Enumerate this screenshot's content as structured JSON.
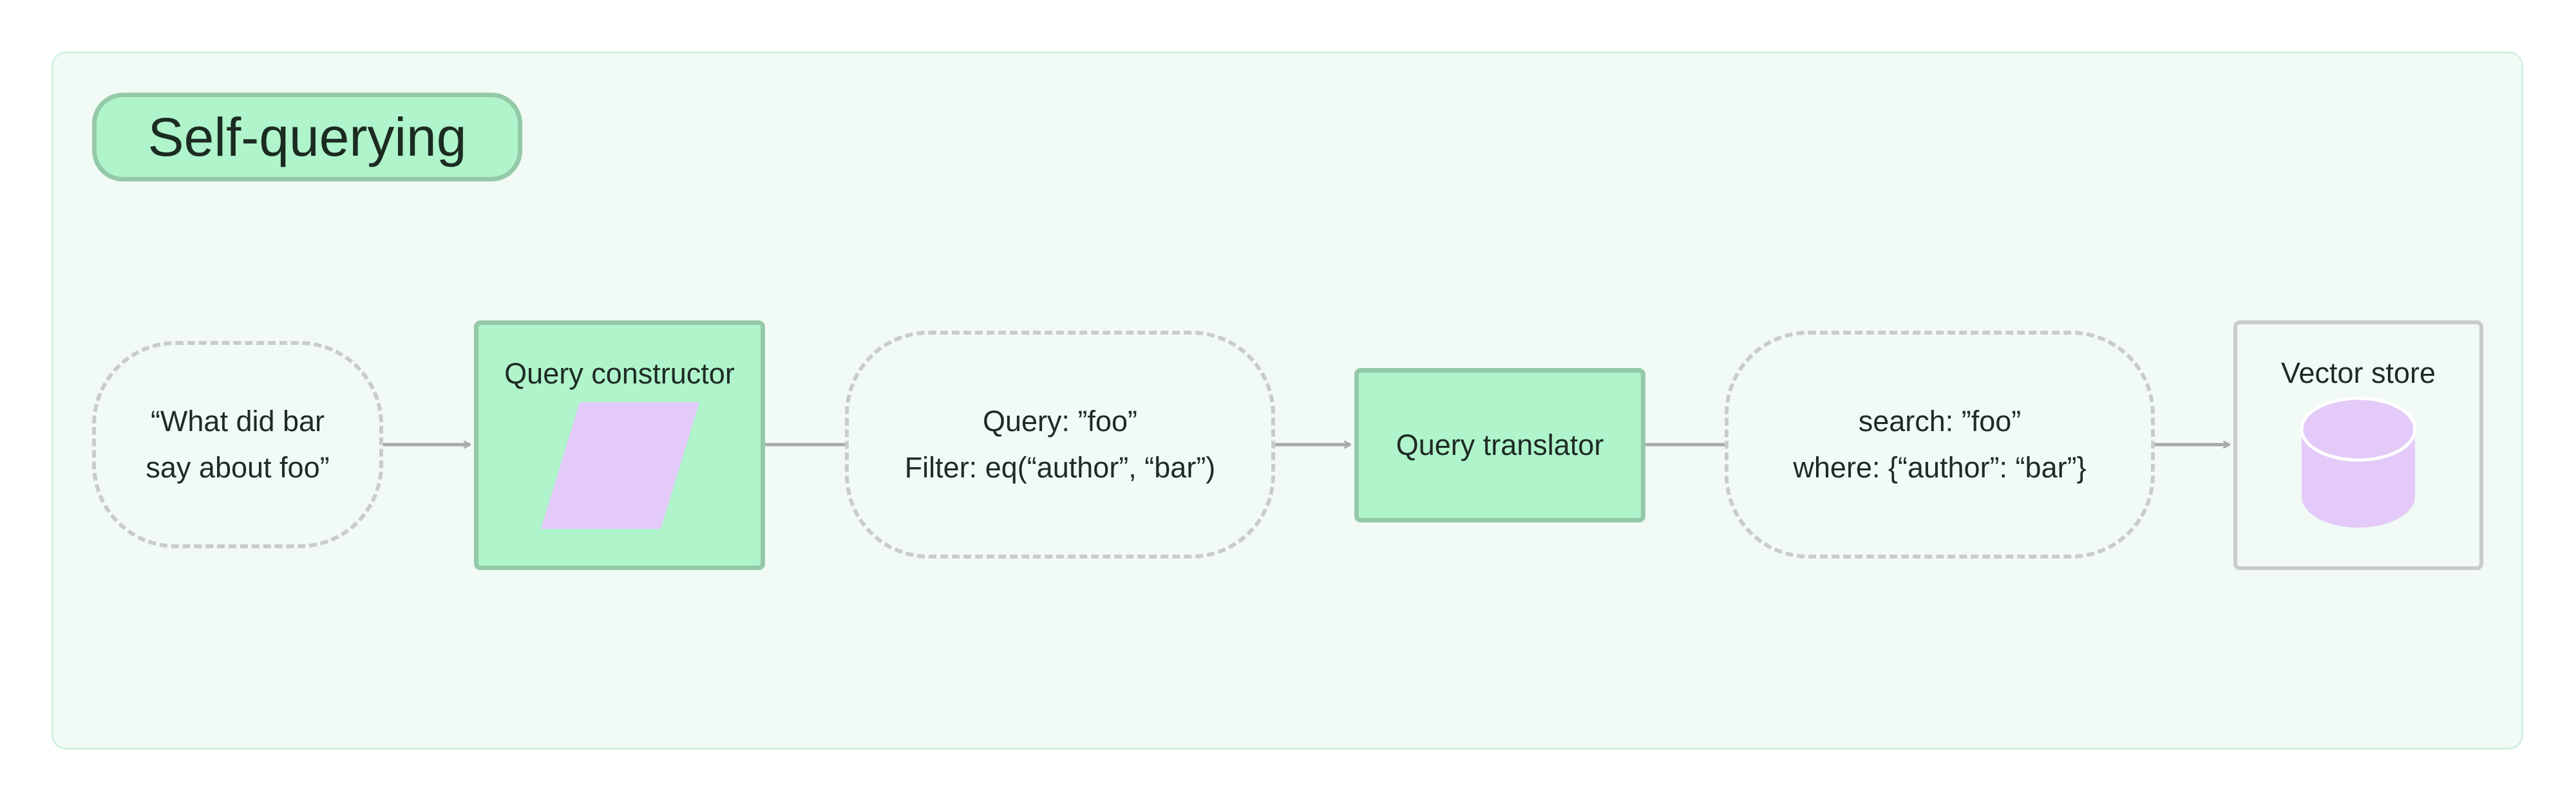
{
  "diagram": {
    "title": "Self-querying",
    "input": {
      "line1": "“What did bar",
      "line2": "say about foo”"
    },
    "query_constructor": {
      "label": "Query constructor"
    },
    "structured_query": {
      "line1": "Query: ”foo”",
      "line2": "Filter: eq(“author”, “bar”)"
    },
    "query_translator": {
      "label": "Query translator"
    },
    "translated_query": {
      "line1": "search: ”foo”",
      "line2": "where: {“author”: “bar”}"
    },
    "vector_store": {
      "label": "Vector store"
    },
    "colors": {
      "panel_bg": "#f1faf5",
      "green_fill": "#aff4cb",
      "green_border": "#94c9a7",
      "purple": "#e3caf8",
      "gray": "#c9cdca",
      "arrow": "#a6aaa7"
    }
  }
}
